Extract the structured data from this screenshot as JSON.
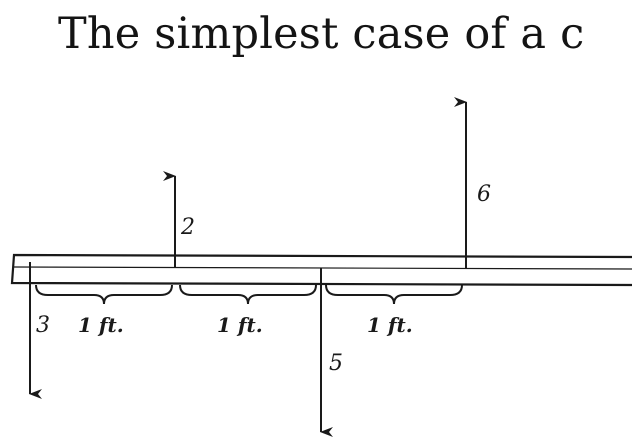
{
  "title": "The simplest case of a c",
  "beam": {
    "forces": [
      {
        "id": "force-3",
        "label": "3",
        "direction": "down"
      },
      {
        "id": "force-2",
        "label": "2",
        "direction": "up"
      },
      {
        "id": "force-5",
        "label": "5",
        "direction": "down"
      },
      {
        "id": "force-6",
        "label": "6",
        "direction": "up"
      }
    ],
    "distances": [
      {
        "id": "span-1",
        "label": "1 ft."
      },
      {
        "id": "span-2",
        "label": "1 ft."
      },
      {
        "id": "span-3",
        "label": "1 ft."
      }
    ]
  }
}
